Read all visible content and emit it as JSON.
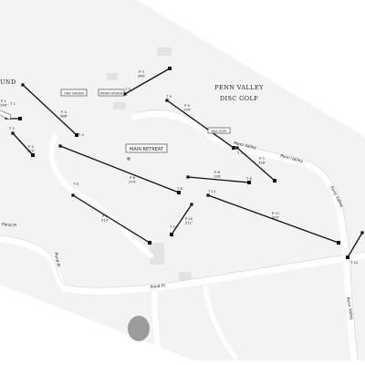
{
  "map_title": [
    "PENN VALLEY",
    "DISC GOLF"
  ],
  "landmarks": [
    {
      "id": "main-retreat",
      "text": "MAIN RETREAT"
    },
    {
      "id": "oak-haven",
      "text": "OAK HAVEN"
    },
    {
      "id": "penn-haven",
      "text": "PENN HAVEN"
    },
    {
      "id": "bus-stop",
      "text": "BUS STOP"
    }
  ],
  "cut_text": "UND",
  "roads": [
    {
      "id": "penn-valley-1",
      "text": "Penn Valley"
    },
    {
      "id": "penn-valley-2",
      "text": "Penn Valley"
    },
    {
      "id": "penn-valley-3",
      "text": "Penn Valley"
    },
    {
      "id": "penn-valley-4",
      "text": "Penn Valley"
    },
    {
      "id": "pond-pl-1",
      "text": "Pond Pl"
    },
    {
      "id": "pond-pl-2",
      "text": "Pond Pl"
    },
    {
      "id": "pond-pl-3",
      "text": "Pond Pl"
    }
  ],
  "holes": [
    {
      "num": "3",
      "name": "P 3",
      "dist": "260'",
      "tee_label": "T 3"
    },
    {
      "num": "1",
      "name": "P 1",
      "dist": "140'"
    },
    {
      "num": "2",
      "name": "P 2",
      "dist": "222'"
    },
    {
      "num": "4",
      "name": "P 4",
      "dist": "586'",
      "tee_label": "T 4"
    },
    {
      "num": "5",
      "name": "P 5",
      "dist": "270'",
      "tee_label": "T 5"
    },
    {
      "num": "6",
      "name": "P 6",
      "dist": "126'",
      "tee_label": "T 6"
    },
    {
      "num": "7",
      "name": "P 7",
      "dist": "318'",
      "tee_label": "T 7"
    },
    {
      "num": "8",
      "name": "P 8",
      "dist": "274'",
      "tee_label": "T 8"
    },
    {
      "num": "9",
      "name": "P 9",
      "dist": "213'",
      "tee_label": "T 9"
    },
    {
      "num": "10",
      "name": "P 10",
      "dist": "211'",
      "tee_label": "T 10"
    },
    {
      "num": "11",
      "name": "P 11",
      "dist": "420'",
      "tee_label": "T 11"
    },
    {
      "num": "12",
      "name": "P 12",
      "dist": "",
      "tee_label": "T 12"
    }
  ],
  "extra_tee_labels": [
    "T 1",
    "T 2"
  ]
}
